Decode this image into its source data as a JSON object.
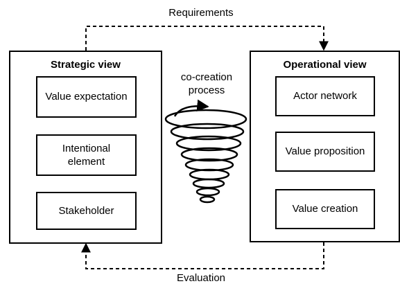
{
  "flows": {
    "top_label": "Requirements",
    "bottom_label": "Evaluation"
  },
  "center": {
    "label_line1": "co-creation",
    "label_line2": "process"
  },
  "strategic": {
    "title": "Strategic view",
    "boxes": {
      "top": "Value expectation",
      "middle_line1": "Intentional",
      "middle_line2": "element",
      "bottom": "Stakeholder"
    }
  },
  "operational": {
    "title": "Operational view",
    "boxes": {
      "top": "Actor network",
      "middle": "Value proposition",
      "bottom": "Value creation"
    }
  }
}
